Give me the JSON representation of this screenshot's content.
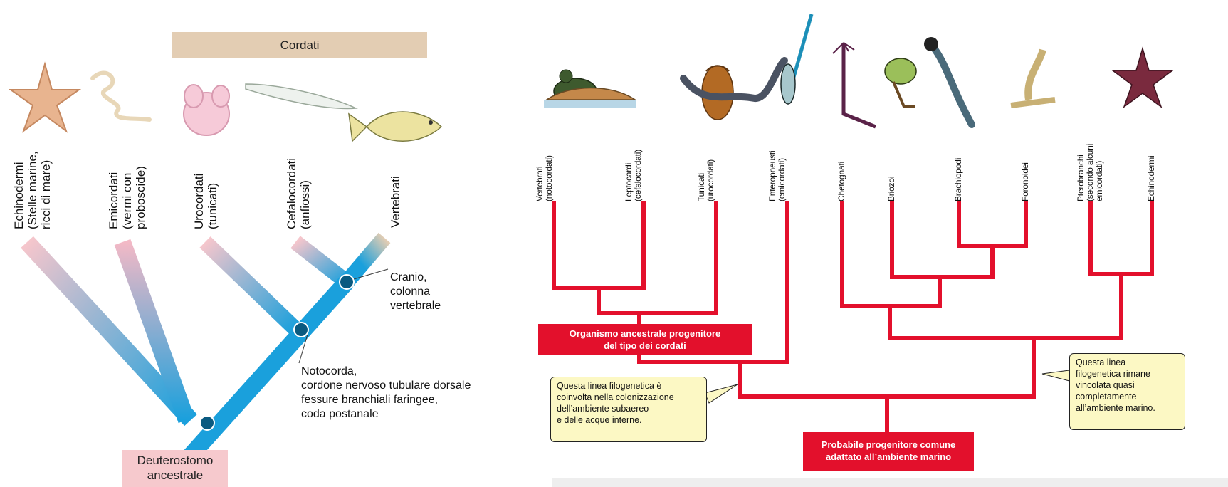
{
  "left": {
    "header": "Cordati",
    "root_label": "Deuterostomo\nancestrale",
    "taxa": [
      {
        "id": "echinodermi",
        "label": "Echinodermi\n(Stelle marine,\nricci di mare)",
        "icon": "starfish-icon"
      },
      {
        "id": "emicordati",
        "label": "Emicordati\n(vermi con\nproboscide)",
        "icon": "acorn-worm-icon"
      },
      {
        "id": "urocordati",
        "label": "Urocordati\n(tunicati)",
        "icon": "tunicate-icon"
      },
      {
        "id": "cefalocordati",
        "label": "Cefalocordati\n(anfiossi)",
        "icon": "lancelet-icon"
      },
      {
        "id": "vertebrati",
        "label": "Vertebrati",
        "icon": "fish-icon"
      }
    ],
    "annotations": {
      "cranio": "Cranio,\ncolonna\nvertebrale",
      "notocorda": "Notocorda,\ncordone nervoso tubulare dorsale\nfessure branchiali faringee,\ncoda postanale"
    },
    "colors": {
      "branch": "#1aa0dc",
      "node": "#0a5a80",
      "header_bg": "#e3cdb3",
      "root_bg": "#f6c9cd"
    }
  },
  "right": {
    "taxa": [
      {
        "id": "vertebrati",
        "label": "Vertebrati\n(notocordati)",
        "icon": "frog-icon"
      },
      {
        "id": "leptocardi",
        "label": "Leptocardi\n(cefalocordati)",
        "icon": "lancelet-icon"
      },
      {
        "id": "tunicati",
        "label": "Tunicati\n(urocordati)",
        "icon": "tunicate-icon"
      },
      {
        "id": "enteropneusti",
        "label": "Enteropneusti\n(emicordati)",
        "icon": "acorn-worm-icon"
      },
      {
        "id": "chetognati",
        "label": "Chetognati",
        "icon": "arrow-worm-icon"
      },
      {
        "id": "briozoi",
        "label": "Briozoi",
        "icon": "bryozoan-icon"
      },
      {
        "id": "brachiopodi",
        "label": "Brachiopodi",
        "icon": "brachiopod-icon"
      },
      {
        "id": "foronoidei",
        "label": "Foronoidei",
        "icon": "phoronid-icon"
      },
      {
        "id": "pterobranchi",
        "label": "Pterobranchi\n(secondo alcuni\nemicordati)",
        "icon": "pterobranch-icon"
      },
      {
        "id": "echinodermi",
        "label": "Echinodermi",
        "icon": "starfish-icon"
      }
    ],
    "boxes": {
      "chordate_ancestor": "Organismo ancestrale progenitore\ndel tipo dei cordati",
      "common_ancestor": "Probabile progenitore comune\nadattato all’ambiente marino"
    },
    "callouts": {
      "left": "Questa linea filogenetica è\ncoinvolta nella colonizzazione\ndell’ambiente subaereo\ne delle acque interne.",
      "right": "Questa linea\nfilogenetica rimane\nvincolata quasi\ncompletamente\nall’ambiente marino."
    },
    "colors": {
      "tree": "#e3102c",
      "callout_bg": "#fcf8c4"
    }
  }
}
